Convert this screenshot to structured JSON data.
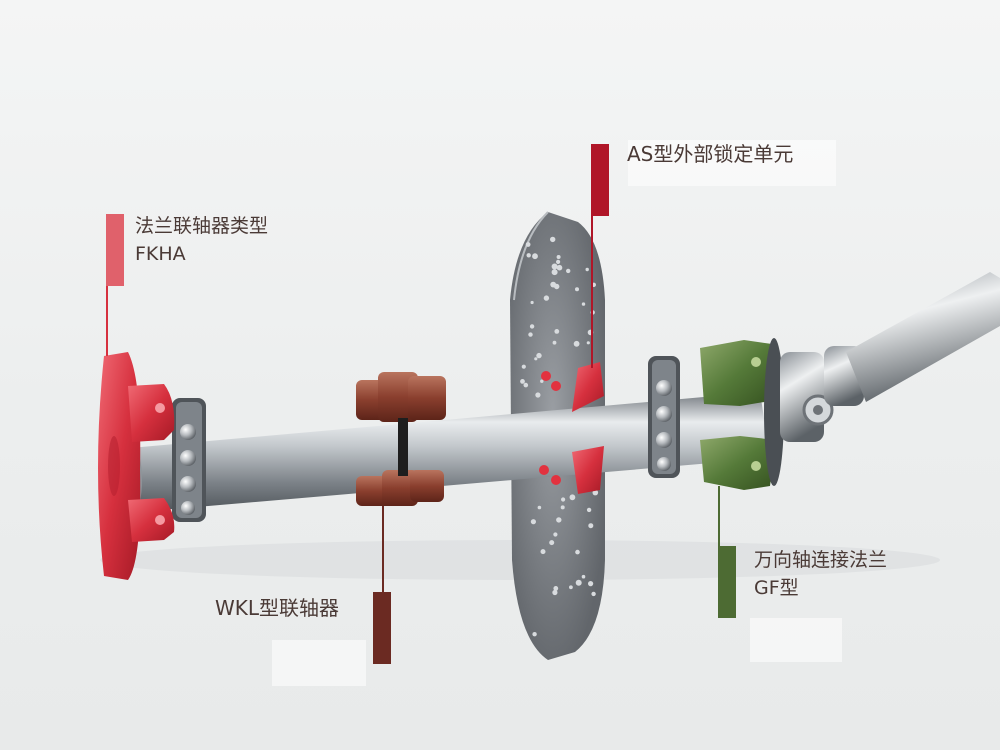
{
  "labels": {
    "flange_coupling": {
      "line1": "法兰联轴器类型",
      "line2": "FKHA"
    },
    "locking_unit": {
      "text": "AS型外部锁定单元"
    },
    "wkl_coupling": {
      "text": "WKL型联轴器"
    },
    "gf_flange": {
      "line1": "万向轴连接法兰",
      "line2": "GF型"
    }
  },
  "colors": {
    "flange_red": "#d6303e",
    "locking_red": "#b01628",
    "wkl_brown": "#6b2a22",
    "gf_green": "#4d6b33",
    "text_dark": "#4a3a36",
    "shaft_steel": "#9aa0a6"
  }
}
